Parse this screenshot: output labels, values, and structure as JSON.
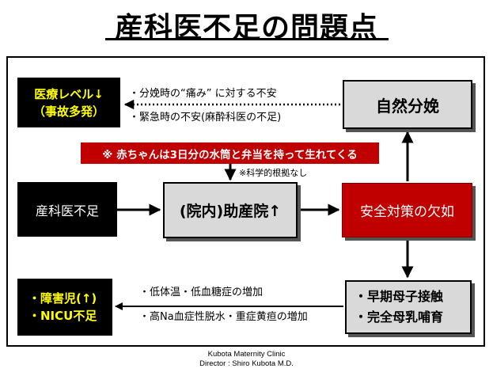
{
  "title": "産科医不足の問題点",
  "boxes": {
    "medical_level": {
      "line1": "医療レベル↓",
      "line2": "（事故多発）"
    },
    "natural_birth": "自然分娩",
    "notice": "※ 赤ちゃんは3日分の水筒と弁当を持って生れてくる",
    "no_evidence": "※科学的根拠なし",
    "ob_shortage": "産科医不足",
    "midwife": "(院内)助産院↑",
    "safety": "安全対策の欠如",
    "disabled": {
      "line1": "・障害児(↑)",
      "line2": "・NICU不足"
    },
    "early_contact": {
      "line1": "・早期母子接触",
      "line2": "・完全母乳哺育"
    }
  },
  "labels": {
    "pain": "・分娩時の“痛み” に対する不安",
    "emergency": "・緊急時の不安(麻酔科医の不足)",
    "hypothermia": "・低体温・低血糖症の増加",
    "hypernatremia": "・高Na血症性脱水・重症黄疸の増加"
  },
  "credit": {
    "line1": "Kubota   Maternity   Clinic",
    "line2": "Director : Shiro Kubota M.D."
  },
  "colors": {
    "black_box": "#000000",
    "yellow_text": "#ffff00",
    "gray_box": "#d9d9d9",
    "red_box": "#c00000"
  }
}
